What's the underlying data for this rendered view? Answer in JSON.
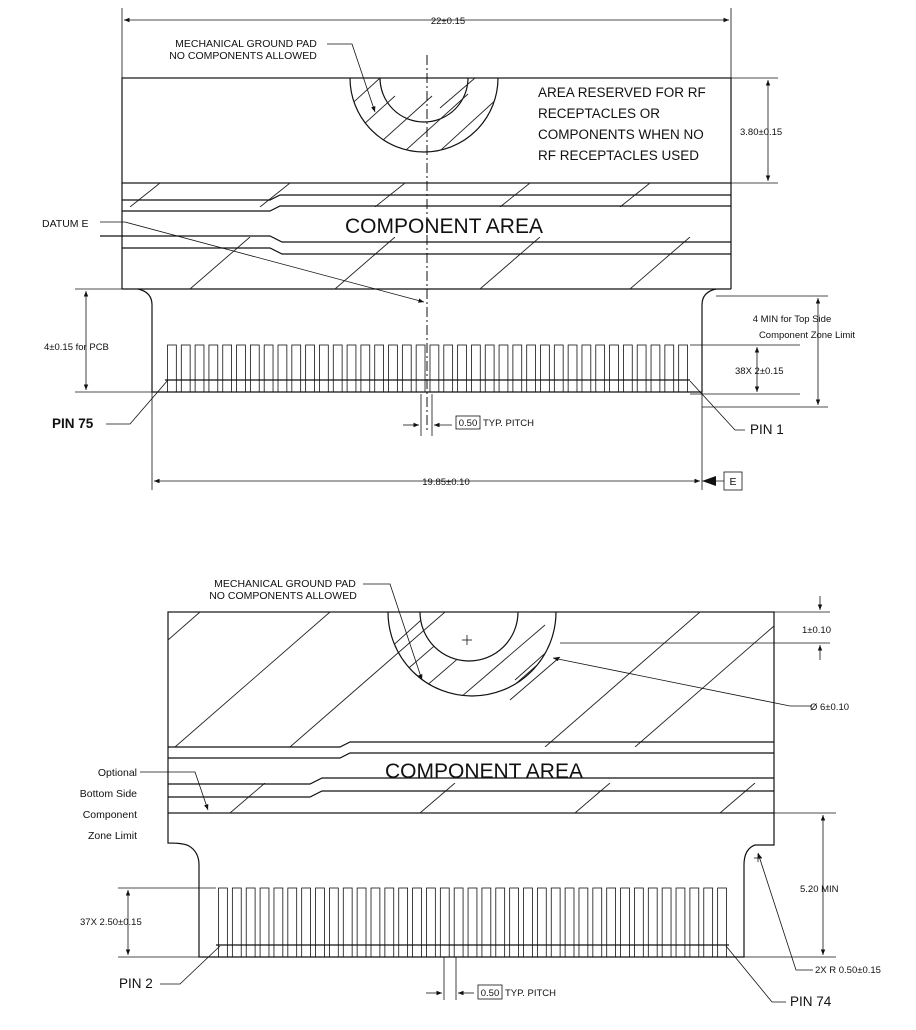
{
  "top_view": {
    "width_dim": "22±0.15",
    "ground_pad_line1": "MECHANICAL GROUND PAD",
    "ground_pad_line2": "NO COMPONENTS ALLOWED",
    "rf_note_line1": "AREA RESERVED FOR RF",
    "rf_note_line2": "RECEPTACLES OR",
    "rf_note_line3": "COMPONENTS WHEN NO",
    "rf_note_line4": "RF RECEPTACLES USED",
    "rf_height_dim": "3.80±0.15",
    "datum_label": "DATUM E",
    "component_area": "COMPONENT AREA",
    "pcb_dim": "4±0.15 for PCB",
    "top_zone_line1": "4 MIN for Top Side",
    "top_zone_line2": "Component Zone Limit",
    "pin_dim": "38X 2±0.15",
    "pin_left": "PIN 75",
    "pin_right": "PIN 1",
    "pitch_box": "0.50",
    "pitch_label": "TYP. PITCH",
    "base_dim": "19.85±0.10",
    "datum_box": "E"
  },
  "bottom_view": {
    "ground_pad_line1": "MECHANICAL GROUND PAD",
    "ground_pad_line2": "NO COMPONENTS ALLOWED",
    "notch_dim": "1±0.10",
    "diameter_dim": "Ø 6±0.10",
    "component_area": "COMPONENT AREA",
    "optional_line1": "Optional",
    "optional_line2": "Bottom Side",
    "optional_line3": "Component",
    "optional_line4": "Zone Limit",
    "min_dim": "5.20 MIN",
    "pin_dim": "37X 2.50±0.15",
    "radius_dim": "2X R 0.50±0.15",
    "pin_left": "PIN 2",
    "pin_right": "PIN 74",
    "pitch_box": "0.50",
    "pitch_label": "TYP. PITCH"
  }
}
